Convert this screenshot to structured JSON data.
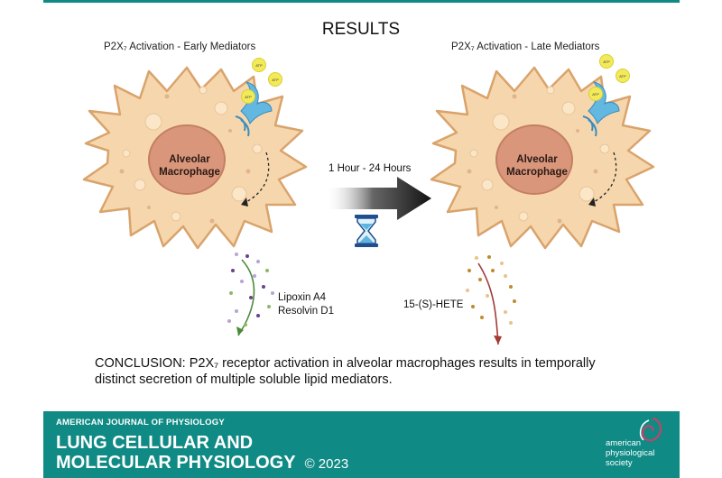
{
  "title": "RESULTS",
  "panels": {
    "left_title": "P2X₇ Activation - Early Mediators",
    "right_title": "P2X₇ Activation - Late Mediators",
    "cell_label_line1": "Alveolar",
    "cell_label_line2": "Macrophage",
    "atp_label": "ATP"
  },
  "transition": {
    "duration": "1 Hour - 24 Hours",
    "icon": "hourglass-icon"
  },
  "mediators": {
    "early": [
      "Lipoxin A4",
      "Resolvin D1"
    ],
    "late": [
      "15-(S)-HETE"
    ]
  },
  "conclusion": {
    "line1": "CONCLUSION: P2X₇ receptor activation in alveolar macrophages results in temporally",
    "line2": "distinct secretion of multiple soluble lipid mediators."
  },
  "footer": {
    "journal_small": "AMERICAN JOURNAL OF PHYSIOLOGY",
    "journal_line1": "LUNG CELLULAR AND",
    "journal_line2": "MOLECULAR PHYSIOLOGY",
    "copyright": "© 2023",
    "society": "american physiological society"
  },
  "colors": {
    "teal": "#0f8a84",
    "cell_body": "#f6d7ad",
    "cell_outline": "#d9a36c",
    "nucleus": "#d9967b",
    "receptor": "#62b8e0",
    "atp": "#f3ea5a",
    "early_arrow": "#4b8a3a",
    "late_arrow": "#a23a36"
  }
}
